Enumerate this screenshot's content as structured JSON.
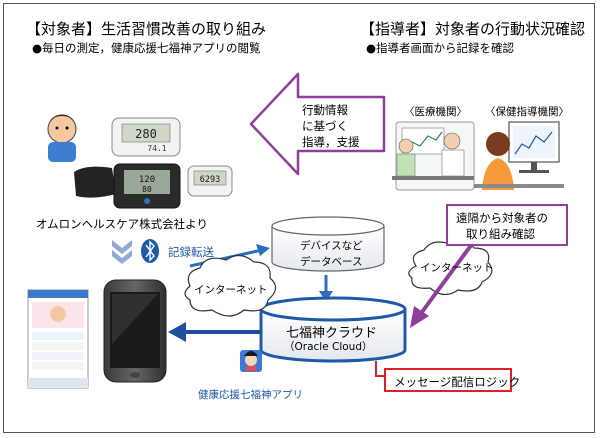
{
  "left_title": "【対象者】生活習慣改善の取り組み",
  "left_sub": "●毎日の測定，健康応援七福神アプリの閲覧",
  "right_title": "【指導者】対象者の行動状況確認",
  "right_sub": "●指導者画面から記録を確認",
  "big_arrow_text": [
    "行動情報",
    "に基づく",
    "指導，支援"
  ],
  "medical_label": "〈医療機関〉",
  "health_label": "〈保健指導機関〉",
  "omron_label": "オムロンヘルスケア株式会社より",
  "transfer_label": "記録転送",
  "db_label": [
    "デバイスなど",
    "データベース"
  ],
  "remote_box": [
    "遠隔から対象者の",
    "取り組み確認"
  ],
  "internet_left": "インターネット",
  "internet_right": "インターネット",
  "cloud_label": [
    "七福神クラウド",
    "（Oracle Cloud）"
  ],
  "app_label": "健康応援七福神アプリ",
  "message_box": "メッセージ配信ロジック",
  "device_readouts": {
    "scale_top": "280",
    "scale_sub": "74.1",
    "bp_sys": "120",
    "bp_dia": "80",
    "pedometer": "6293"
  },
  "colors": {
    "purple": "#8e3f99",
    "blue": "#2c6fbe",
    "red": "#e31e24",
    "cloud_fill": "#e9eef6"
  }
}
